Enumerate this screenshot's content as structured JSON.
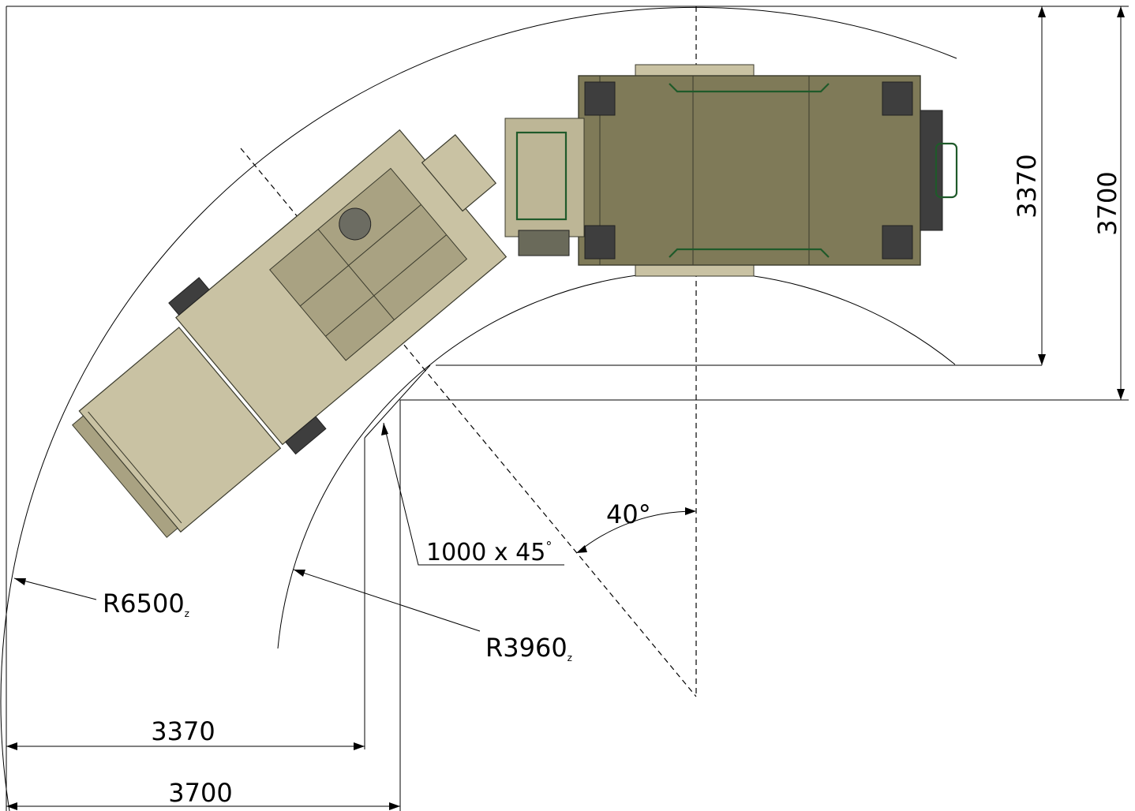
{
  "dimensions": {
    "outer_radius": "R6500",
    "inner_radius": "R3960",
    "radius_suffix": "z",
    "chamfer": "1000 x 45",
    "chamfer_degree": "°",
    "articulation_angle": "40°",
    "bottom_inner_width": "3370",
    "bottom_outer_width": "3700",
    "right_inner_width": "3370",
    "right_outer_width": "3700"
  },
  "colors": {
    "vehicle_body": "#c9c2a3",
    "cab": "#7f7a58",
    "tires": "#3e3e3e",
    "rails": "#1f5a2a",
    "lines": "#000000"
  }
}
